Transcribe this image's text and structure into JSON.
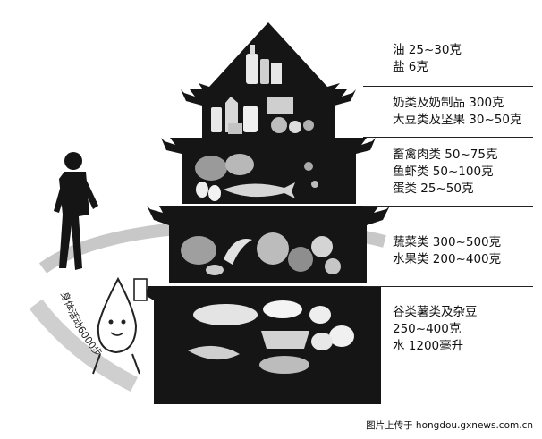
{
  "tiers": [
    {
      "lines": [
        "油 25~30克",
        "盐 6克"
      ]
    },
    {
      "lines": [
        "奶类及奶制品 300克",
        "大豆类及坚果 30~50克"
      ]
    },
    {
      "lines": [
        "畜禽肉类 50~75克",
        "鱼虾类 50~100克",
        "蛋类 25~50克"
      ]
    },
    {
      "lines": [
        "蔬菜类 300~500克",
        "水果类 200~400克"
      ]
    },
    {
      "lines": [
        "谷类薯类及杂豆",
        "250~400克",
        "水 1200毫升"
      ]
    }
  ],
  "activity_text": "身体活动6000步",
  "footer": "图片上传于 hongdou.gxnews.com.cn",
  "colors": {
    "pagoda": "#151515",
    "background": "#ffffff",
    "text": "#111111"
  }
}
